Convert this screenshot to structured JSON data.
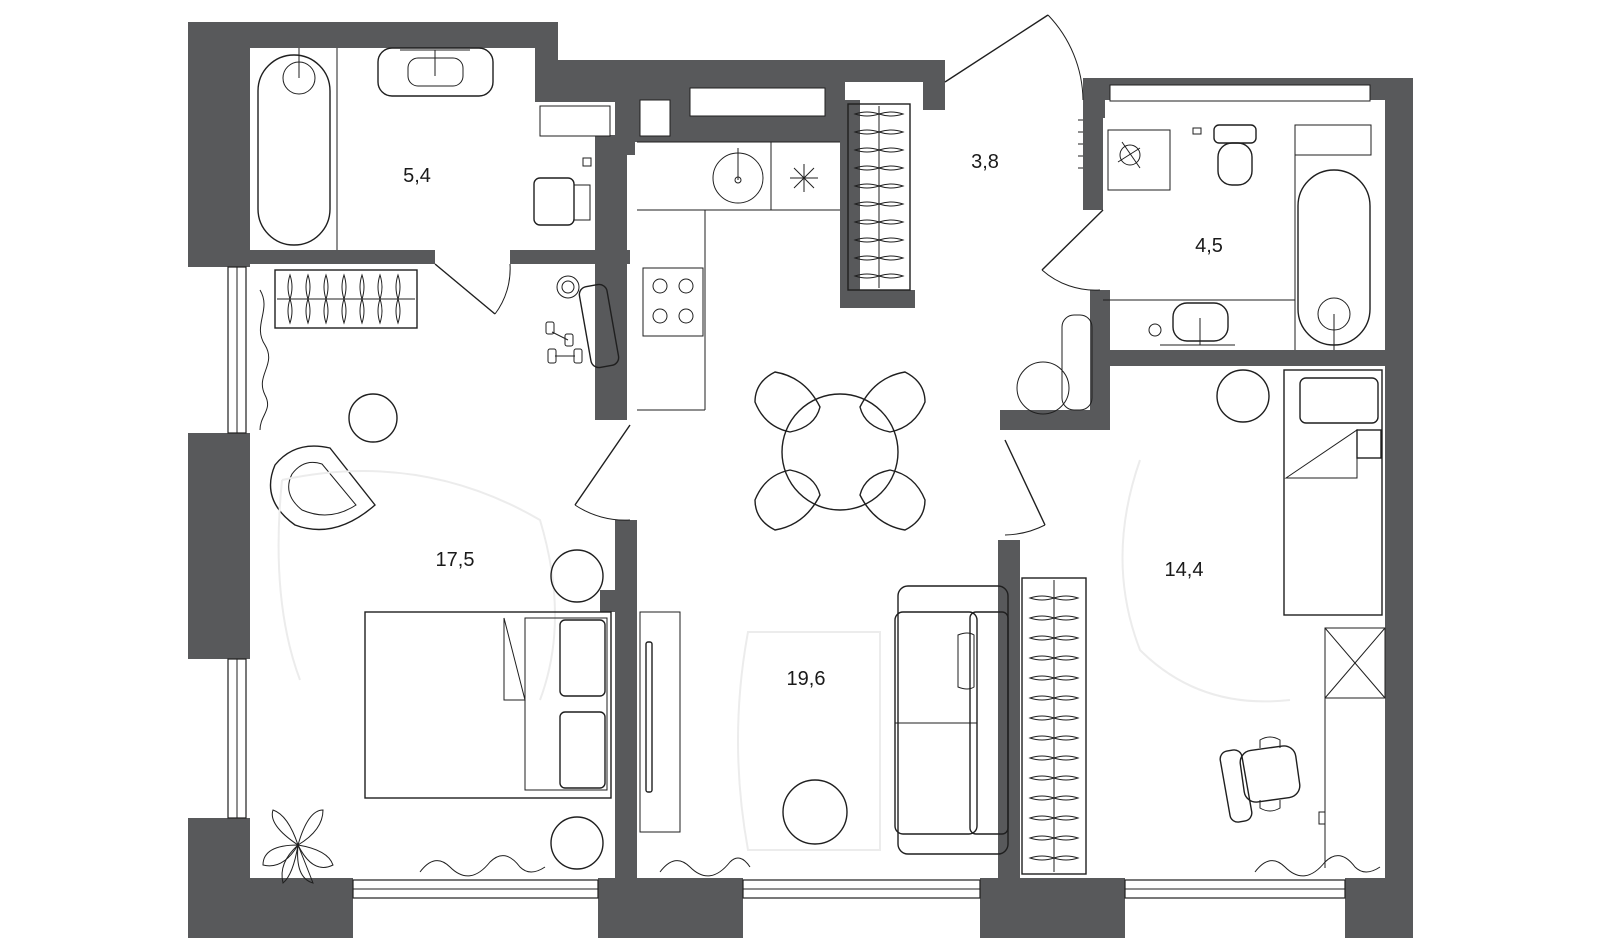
{
  "rooms": [
    {
      "id": "bathroom-left",
      "area": "5,4"
    },
    {
      "id": "hallway",
      "area": "3,8"
    },
    {
      "id": "bathroom-right",
      "area": "4,5"
    },
    {
      "id": "bedroom",
      "area": "17,5"
    },
    {
      "id": "kitchen-living",
      "area": "19,6"
    },
    {
      "id": "kids-room",
      "area": "14,4"
    }
  ],
  "colors": {
    "wall": "#58595b",
    "line": "#1f1f1f",
    "background": "#ffffff"
  }
}
